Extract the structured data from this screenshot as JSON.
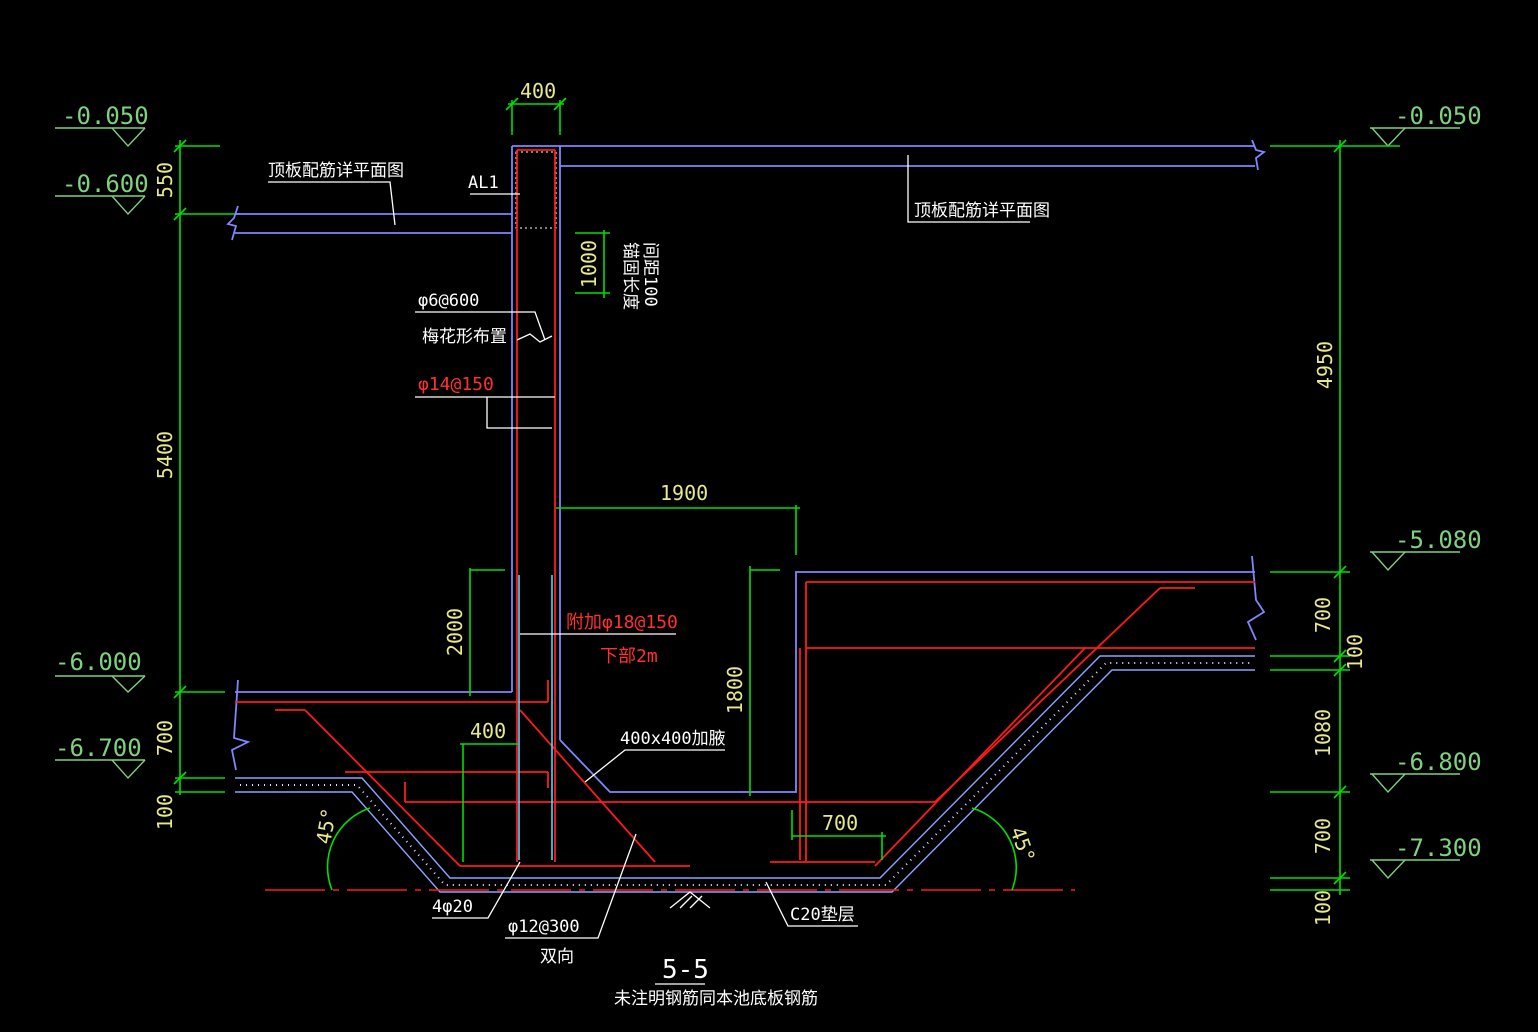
{
  "elevations": {
    "left": [
      "-0.050",
      "-0.600",
      "-6.000",
      "-6.700"
    ],
    "right": [
      "-0.050",
      "-5.080",
      "-6.800",
      "-7.300"
    ]
  },
  "dimensions": {
    "top_wall_width": "400",
    "left_550": "550",
    "left_5400": "5400",
    "left_700": "700",
    "left_100": "100",
    "right_4950": "4950",
    "right_700a": "700",
    "right_100a": "100",
    "right_1080": "1080",
    "right_700b": "700",
    "right_100b": "100",
    "vert_1000": "1000",
    "vert_2000": "2000",
    "vert_1800": "1800",
    "horiz_1900": "1900",
    "horiz_400": "400",
    "horiz_700": "700",
    "angle_left": "45°",
    "angle_right": "45°"
  },
  "notes": {
    "left_slab_ref": "顶板配筋详平面图",
    "right_slab_ref": "顶板配筋详平面图",
    "al1": "AL1",
    "vert_note_1": "锚固长度",
    "vert_note_2": "间距100",
    "tie_bar": "φ6@600",
    "tie_bar_note": "梅花形布置",
    "rebar_red": "φ14@150",
    "add_rebar": "附加φ18@150",
    "add_rebar_note": "下部2m",
    "haunch": "400x400加腋",
    "bar_4d20": "4φ20",
    "bar_d12": "φ12@300",
    "bar_d12_note": "双向",
    "c20": "C20垫层",
    "section_title": "5-5",
    "section_note": "未注明钢筋同本池底板钢筋"
  }
}
